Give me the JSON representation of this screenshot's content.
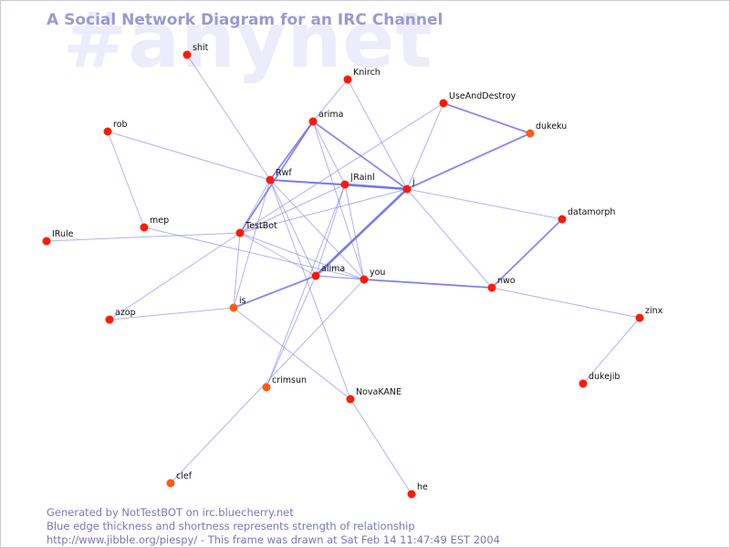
{
  "header": {
    "watermark": "#anynet",
    "title": "A Social Network Diagram for an IRC Channel"
  },
  "footer": {
    "line1": "Generated by NotTestBOT on irc.bluecherry.net",
    "line2": "Blue edge thickness and shortness represents strength of relationship",
    "line3": "http://www.jibble.org/piespy/ - This frame was drawn at Sat Feb 14 11:47:49 EST 2004"
  },
  "colors": {
    "edge": "#7373ee",
    "node_default": "#ff1a00",
    "node_secondary": "#ff5a14",
    "title": "#9a9ad0",
    "footer": "#7878b8",
    "watermark": "#ececfb"
  },
  "graph": {
    "nodes": [
      {
        "id": "shit",
        "label": "shit"
      },
      {
        "id": "Knirch",
        "label": "Knirch"
      },
      {
        "id": "UseAndDestroy",
        "label": "UseAndDestroy"
      },
      {
        "id": "arima",
        "label": "arima"
      },
      {
        "id": "dukeku",
        "label": "dukeku"
      },
      {
        "id": "rob",
        "label": "rob"
      },
      {
        "id": "Rwf",
        "label": "Rwf"
      },
      {
        "id": "IRainl",
        "label": "|Rainl"
      },
      {
        "id": "j",
        "label": "j"
      },
      {
        "id": "datamorph",
        "label": "datamorph"
      },
      {
        "id": "mep",
        "label": "mep"
      },
      {
        "id": "TestBot",
        "label": "TestBot"
      },
      {
        "id": "IRule",
        "label": "IRule"
      },
      {
        "id": "alima",
        "label": "alima"
      },
      {
        "id": "you",
        "label": "you"
      },
      {
        "id": "nwo",
        "label": "nwo"
      },
      {
        "id": "is",
        "label": "is"
      },
      {
        "id": "azop",
        "label": "azop"
      },
      {
        "id": "zinx",
        "label": "zinx"
      },
      {
        "id": "dukejib",
        "label": "dukejib"
      },
      {
        "id": "crimsun",
        "label": "crimsun"
      },
      {
        "id": "NovaKANE",
        "label": "NovaKANE"
      },
      {
        "id": "clef",
        "label": "clef"
      },
      {
        "id": "he",
        "label": "he"
      }
    ],
    "edges": [
      {
        "from": "shit",
        "to": "Rwf",
        "strength": 1
      },
      {
        "from": "rob",
        "to": "Rwf",
        "strength": 1
      },
      {
        "from": "rob",
        "to": "mep",
        "strength": 1
      },
      {
        "from": "Knirch",
        "to": "arima",
        "strength": 1
      },
      {
        "from": "Knirch",
        "to": "j",
        "strength": 1
      },
      {
        "from": "arima",
        "to": "Rwf",
        "strength": 2
      },
      {
        "from": "arima",
        "to": "TestBot",
        "strength": 2
      },
      {
        "from": "arima",
        "to": "IRainl",
        "strength": 1
      },
      {
        "from": "arima",
        "to": "j",
        "strength": 2
      },
      {
        "from": "arima",
        "to": "you",
        "strength": 1
      },
      {
        "from": "UseAndDestroy",
        "to": "j",
        "strength": 1
      },
      {
        "from": "UseAndDestroy",
        "to": "dukeku",
        "strength": 2
      },
      {
        "from": "UseAndDestroy",
        "to": "TestBot",
        "strength": 1
      },
      {
        "from": "j",
        "to": "dukeku",
        "strength": 2
      },
      {
        "from": "Rwf",
        "to": "IRainl",
        "strength": 2
      },
      {
        "from": "Rwf",
        "to": "j",
        "strength": 2
      },
      {
        "from": "Rwf",
        "to": "TestBot",
        "strength": 1
      },
      {
        "from": "Rwf",
        "to": "is",
        "strength": 1
      },
      {
        "from": "Rwf",
        "to": "alima",
        "strength": 1
      },
      {
        "from": "Rwf",
        "to": "you",
        "strength": 1
      },
      {
        "from": "Rwf",
        "to": "NovaKANE",
        "strength": 1
      },
      {
        "from": "IRainl",
        "to": "j",
        "strength": 3
      },
      {
        "from": "IRainl",
        "to": "TestBot",
        "strength": 1
      },
      {
        "from": "IRainl",
        "to": "alima",
        "strength": 1
      },
      {
        "from": "IRainl",
        "to": "you",
        "strength": 1
      },
      {
        "from": "IRainl",
        "to": "crimsun",
        "strength": 1
      },
      {
        "from": "j",
        "to": "alima",
        "strength": 3
      },
      {
        "from": "j",
        "to": "TestBot",
        "strength": 1
      },
      {
        "from": "j",
        "to": "datamorph",
        "strength": 1
      },
      {
        "from": "j",
        "to": "nwo",
        "strength": 1
      },
      {
        "from": "datamorph",
        "to": "nwo",
        "strength": 2
      },
      {
        "from": "mep",
        "to": "you",
        "strength": 1
      },
      {
        "from": "TestBot",
        "to": "IRule",
        "strength": 1
      },
      {
        "from": "TestBot",
        "to": "azop",
        "strength": 1
      },
      {
        "from": "TestBot",
        "to": "is",
        "strength": 1
      },
      {
        "from": "TestBot",
        "to": "alima",
        "strength": 1
      },
      {
        "from": "TestBot",
        "to": "you",
        "strength": 1
      },
      {
        "from": "alima",
        "to": "you",
        "strength": 1
      },
      {
        "from": "alima",
        "to": "is",
        "strength": 2
      },
      {
        "from": "alima",
        "to": "crimsun",
        "strength": 1
      },
      {
        "from": "alima",
        "to": "nwo",
        "strength": 1
      },
      {
        "from": "you",
        "to": "nwo",
        "strength": 2
      },
      {
        "from": "you",
        "to": "clef",
        "strength": 1
      },
      {
        "from": "is",
        "to": "azop",
        "strength": 1
      },
      {
        "from": "is",
        "to": "NovaKANE",
        "strength": 1
      },
      {
        "from": "nwo",
        "to": "zinx",
        "strength": 1
      },
      {
        "from": "zinx",
        "to": "dukejib",
        "strength": 1
      },
      {
        "from": "NovaKANE",
        "to": "he",
        "strength": 1
      }
    ]
  }
}
